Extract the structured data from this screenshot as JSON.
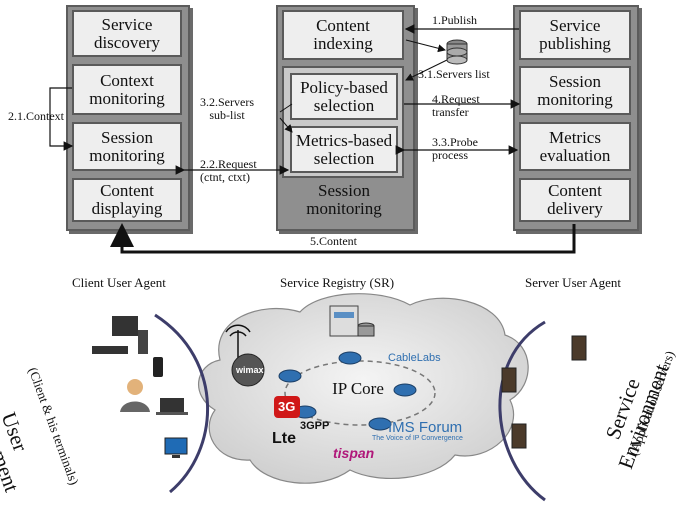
{
  "client_column": {
    "boxes": [
      "Service\ndiscovery",
      "Context\nmonitoring",
      "Session\nmonitoring",
      "Content\ndisplaying"
    ]
  },
  "registry_column": {
    "top_box": "Content\nindexing",
    "policy_box": "Policy-based\nselection",
    "metrics_box": "Metrics-based\nselection",
    "bottom_text": "Session\nmonitoring"
  },
  "server_column": {
    "boxes": [
      "Service\npublishing",
      "Session\nmonitoring",
      "Metrics\nevaluation",
      "Content\ndelivery"
    ]
  },
  "arrows": {
    "publish": "1.Publish",
    "servers_list": "3.1.Servers list",
    "request_transfer": "4.Request\ntransfer",
    "probe_process": "3.3.Probe\nprocess",
    "servers_sublist": "3.2.Servers\nsub-list",
    "request": "2.2.Request\n(ctnt, ctxt)",
    "context": "2.1.Context",
    "content": "5.Content"
  },
  "agents": {
    "client": "Client User Agent",
    "registry": "Service Registry (SR)",
    "server": "Server User Agent"
  },
  "network": {
    "core": "IP Core",
    "cablelabs": "CableLabs",
    "ims": "IMS Forum",
    "ims_sub": "The Voice of IP Convergence",
    "wimax": "wimax",
    "g3": "3G",
    "g3pp": "3GPP",
    "lte": "Lte",
    "tispan": "tispan"
  },
  "environments": {
    "user_title": "User\nEnvironment",
    "user_sub": "(Client & his terminals)",
    "service_title": "Service\nEnvironment",
    "service_sub": "(Application servers)"
  }
}
